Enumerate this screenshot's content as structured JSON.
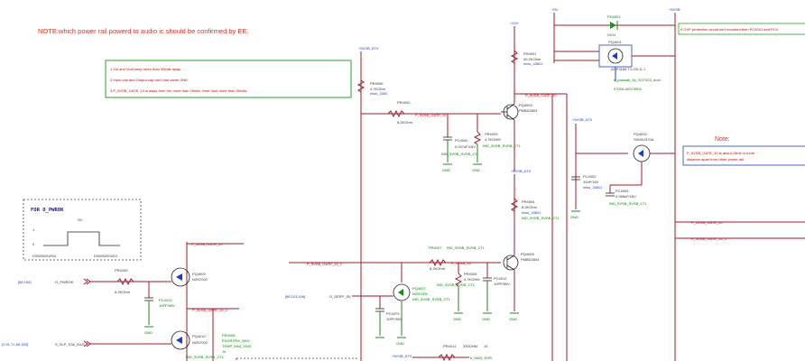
{
  "notes": {
    "top_note": "NOTE:which power rail powerd to audio ic should be confirmed by EE.",
    "guide_lines": [
      "1.Vin and Vout keep more than 30mils away.",
      "2.Input cap and Output cap can't use same GND.",
      "3.P_5VSB_GATE_10 is away from Vin more than 15mils ,from Vout more than 30mils."
    ],
    "ovp_note": "If OVP protection circuit isn't mounted,then PC4001 and PC4",
    "right_note_title": "Note:",
    "right_note_lines": [
      "P_5VSB_GATE_10 is about 15mil or more",
      "distance apart from other power rail."
    ]
  },
  "timing": {
    "title": "FOR O_PWROK",
    "s0": "S0",
    "level_1": "1",
    "level_0": "0",
    "left_state": "DS5/S5/S4/S3",
    "right_state": "DS5/S5/S4/S3"
  },
  "rails": {
    "v5": "+5V",
    "v5sb": "+5VSB",
    "v12": "+12V",
    "v5sb_atx_1": "+5VSB_ATX",
    "v5sb_atx_2": "+5VSB_ATX",
    "v5sb_atx_3": "+5VSB_ATX",
    "v5sb_atx_4": "+5VSB_ATX"
  },
  "components": {
    "pr4006": "PR4006",
    "pr4006_val": "4.7KOhm",
    "pr4006_sub": "miss_4360",
    "pr4002": "PR4002",
    "pr4002_val": "8.2KOhm",
    "pr4001": "PR4001",
    "pr4001_val": "40.2KOhm",
    "pr4001_sub": "miss_4360J",
    "pd4001": "PD4001",
    "pd4001_sub": "DIO4",
    "pq4001": "PQ4001",
    "pq4001_part": "AOP4185 T1-OD-X-J",
    "pq4001_foot": "s_powpak_3p_SOT423_dual",
    "pq4001_code": "07005-A0073003",
    "pq4003": "PQ4003",
    "pq4003_part": "PMBD2804",
    "pc4000": "PC4000",
    "pc4000_val": "0.047uF/16V",
    "pr4003": "PR4003",
    "pr4003_val": "4.7KOHM",
    "pr4003_net": "IND_5VSB_SVSB_CTL",
    "pr4004": "PR4004",
    "pr4004_val": "8.2KOhm",
    "pr4004_sub": "miss_4360J",
    "pr4004_net": "IND_5VSB_SVSB_CTL",
    "pq4002": "PQ4002",
    "pq4002_part": "SSM3J370A",
    "pc4002": "PC4002",
    "pc4002_val": "10uF/16V",
    "pc4002_sub": "miss_4360J",
    "pc4003": "PC4003",
    "pc4003_val": "0.068uF/16V",
    "pc4003_net": "IND_5VSB_SVSB_CTL",
    "pr4007": "PR4007",
    "pr4007_val": "8.2KOhm",
    "pr4005": "PR4005",
    "pr4005_val": "4.7KOHM",
    "pr4005_net": "IND_5VSB_SVSB_CTL",
    "pq4005": "PQ4005",
    "pq4005_part": "PMBD2804",
    "pc4012": "PC4012",
    "pc4012_val": "10PF/50V",
    "pq4007": "PQ4007",
    "pq4007_part": "N2N7002",
    "pc4079": "PC4079",
    "pc4079_val": "10PF/50V",
    "pr4009": "PR4009",
    "pr4009_val": "8.2KOhm",
    "pq4009": "PQ4009",
    "pq4009_part": "N2N7002",
    "pc4010": "PC4010",
    "pc4010_val": "10PF/50V",
    "pq4010": "PQ4010",
    "pq4010_part": "N2N7002",
    "pr4008": "PR4008",
    "pr4008_part": "EKGR7PM_0402",
    "pr4008_temp": "TEMP_M04_0040",
    "pr4008_j": "J4",
    "pr4012": "PR4012",
    "pr4012_val": "330OHM",
    "pr4012_j": "J4",
    "pr4012_net": "s_0603_SOR"
  },
  "nets": {
    "gate_10_a": "P_5VSB_GATE_10",
    "gate_10_b": "P_5VSB_GATE_10",
    "gate_10_c": "P_5VSB_GATE_10",
    "gate_10_d": "P_5VSB_GATE_10",
    "gate_10_1": "P_5VSB_GATE_10_1",
    "gate_10_1b": "P_5VSB_GATE_10_1",
    "gate_10_1c": "P_5VSB_GATE_10_1",
    "ind_ctl_a": "IND_5VSB_SVSB_CTL",
    "ind_ctl_b": "IND_5VSB_SVSB_CTL",
    "ind_ctl_c": "IND_5VSB_SVSB_CTL",
    "ind_ctl_d": "IND_5VSB_SVSB_CTL",
    "ind_ctl_e": "IND_5VSB_SVSB_CTL",
    "ind_ctl_f": "IND_5VSB_SVSB_CTL",
    "o_pwrok": "O_PWROK",
    "o_deep_s5": "O_DEEP_S5",
    "s_slp_s3": "S_SLP_S3#_IDLE",
    "gate_10b": "P_5VSB_GATE_10",
    "p_5vsb_10": "P_5VSB_10"
  },
  "refs": {
    "ref_left_1": "[86,150]",
    "ref_left_2": "[3,91,71,89,150]",
    "ref_mid": "[86,103,106]"
  },
  "grounds": {
    "gnd": "GND"
  }
}
